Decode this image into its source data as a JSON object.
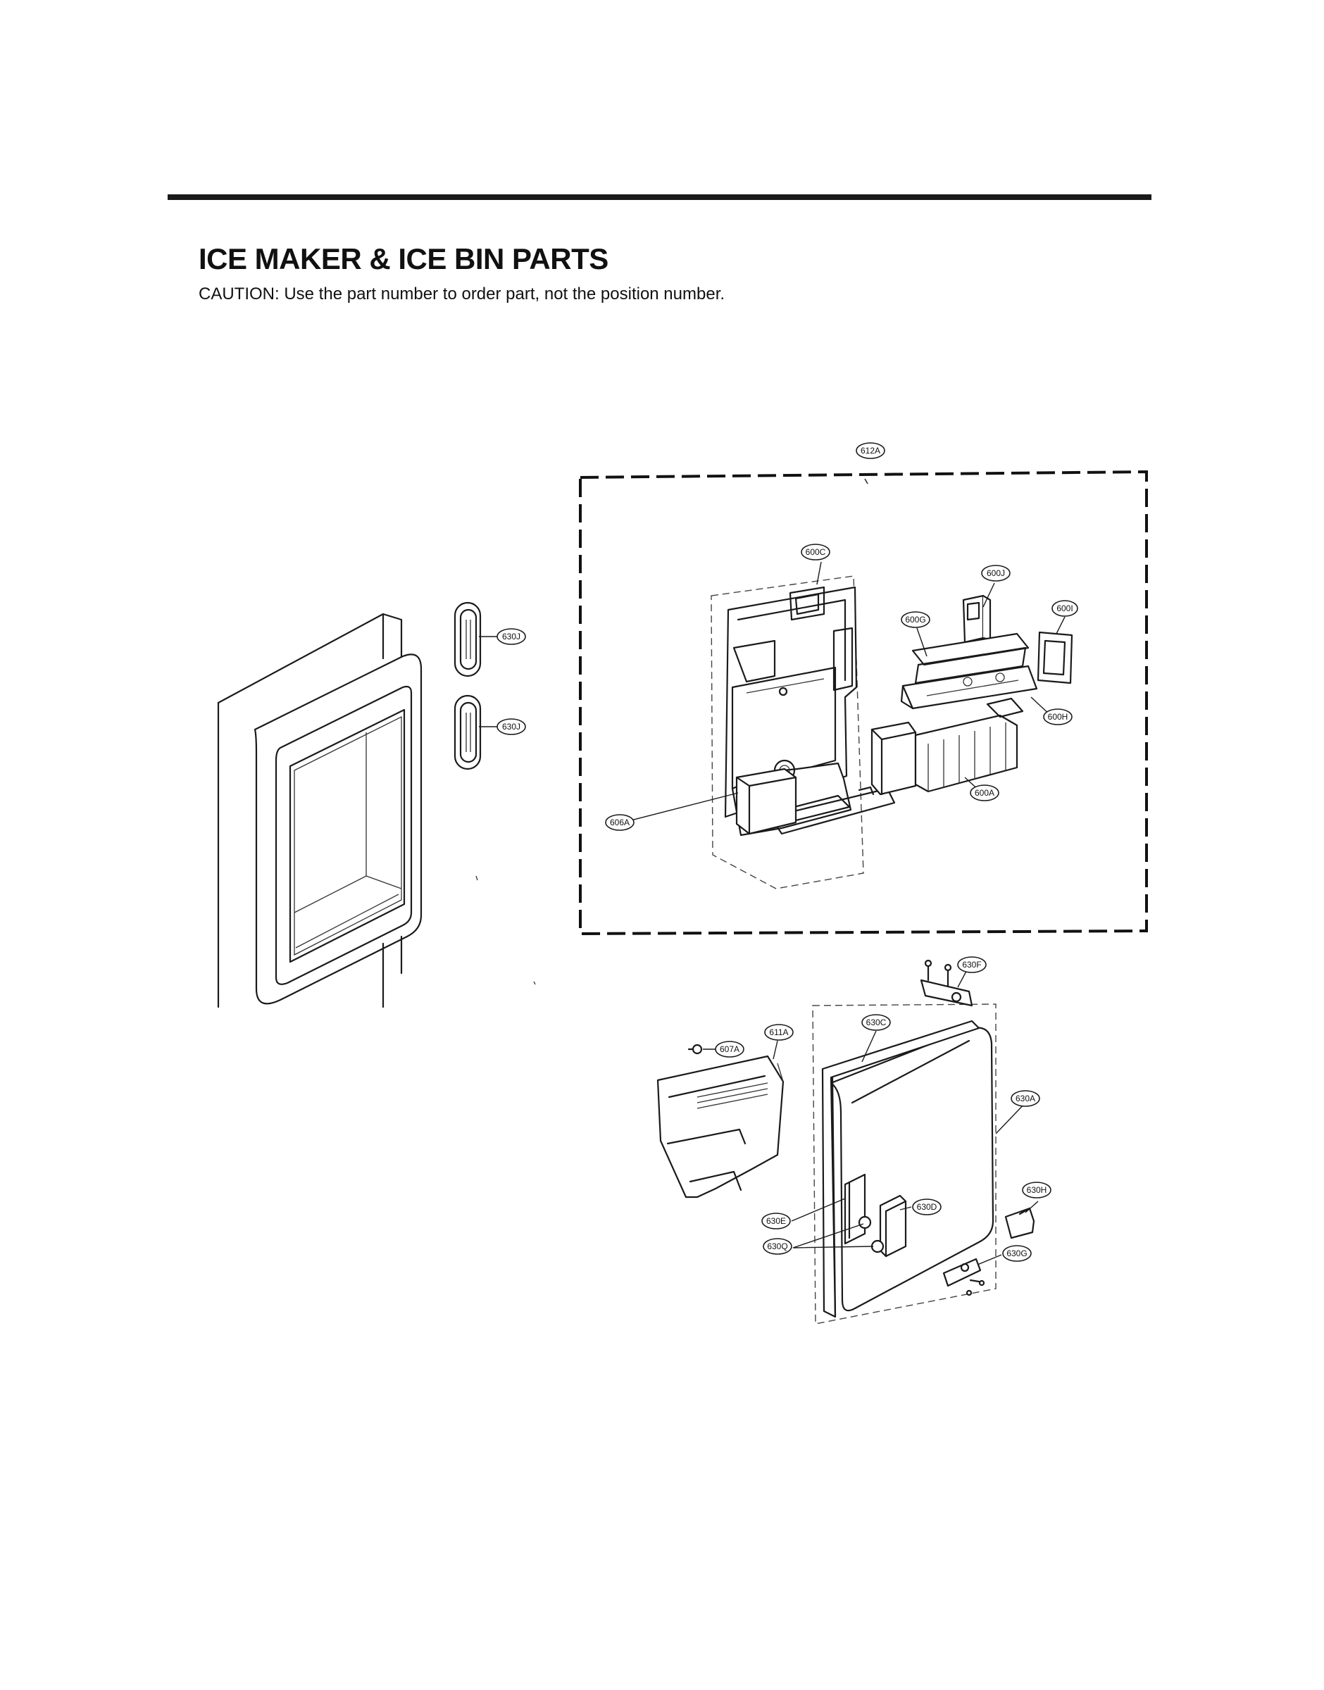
{
  "header": {
    "title": "ICE MAKER & ICE BIN PARTS",
    "caution": "CAUTION: Use the part number to order part, not the position number."
  },
  "callouts": {
    "c612A": "612A",
    "c600C": "600C",
    "c600J": "600J",
    "c600I": "600I",
    "c600G": "600G",
    "c600H": "600H",
    "c600A": "600A",
    "c606A": "606A",
    "c630J_top": "630J",
    "c630J_bottom": "630J",
    "c630F": "630F",
    "c630C": "630C",
    "c611A": "611A",
    "c607A": "607A",
    "c630A": "630A",
    "c630H": "630H",
    "c630D": "630D",
    "c630E": "630E",
    "c630Q": "630Q",
    "c630G": "630G"
  }
}
